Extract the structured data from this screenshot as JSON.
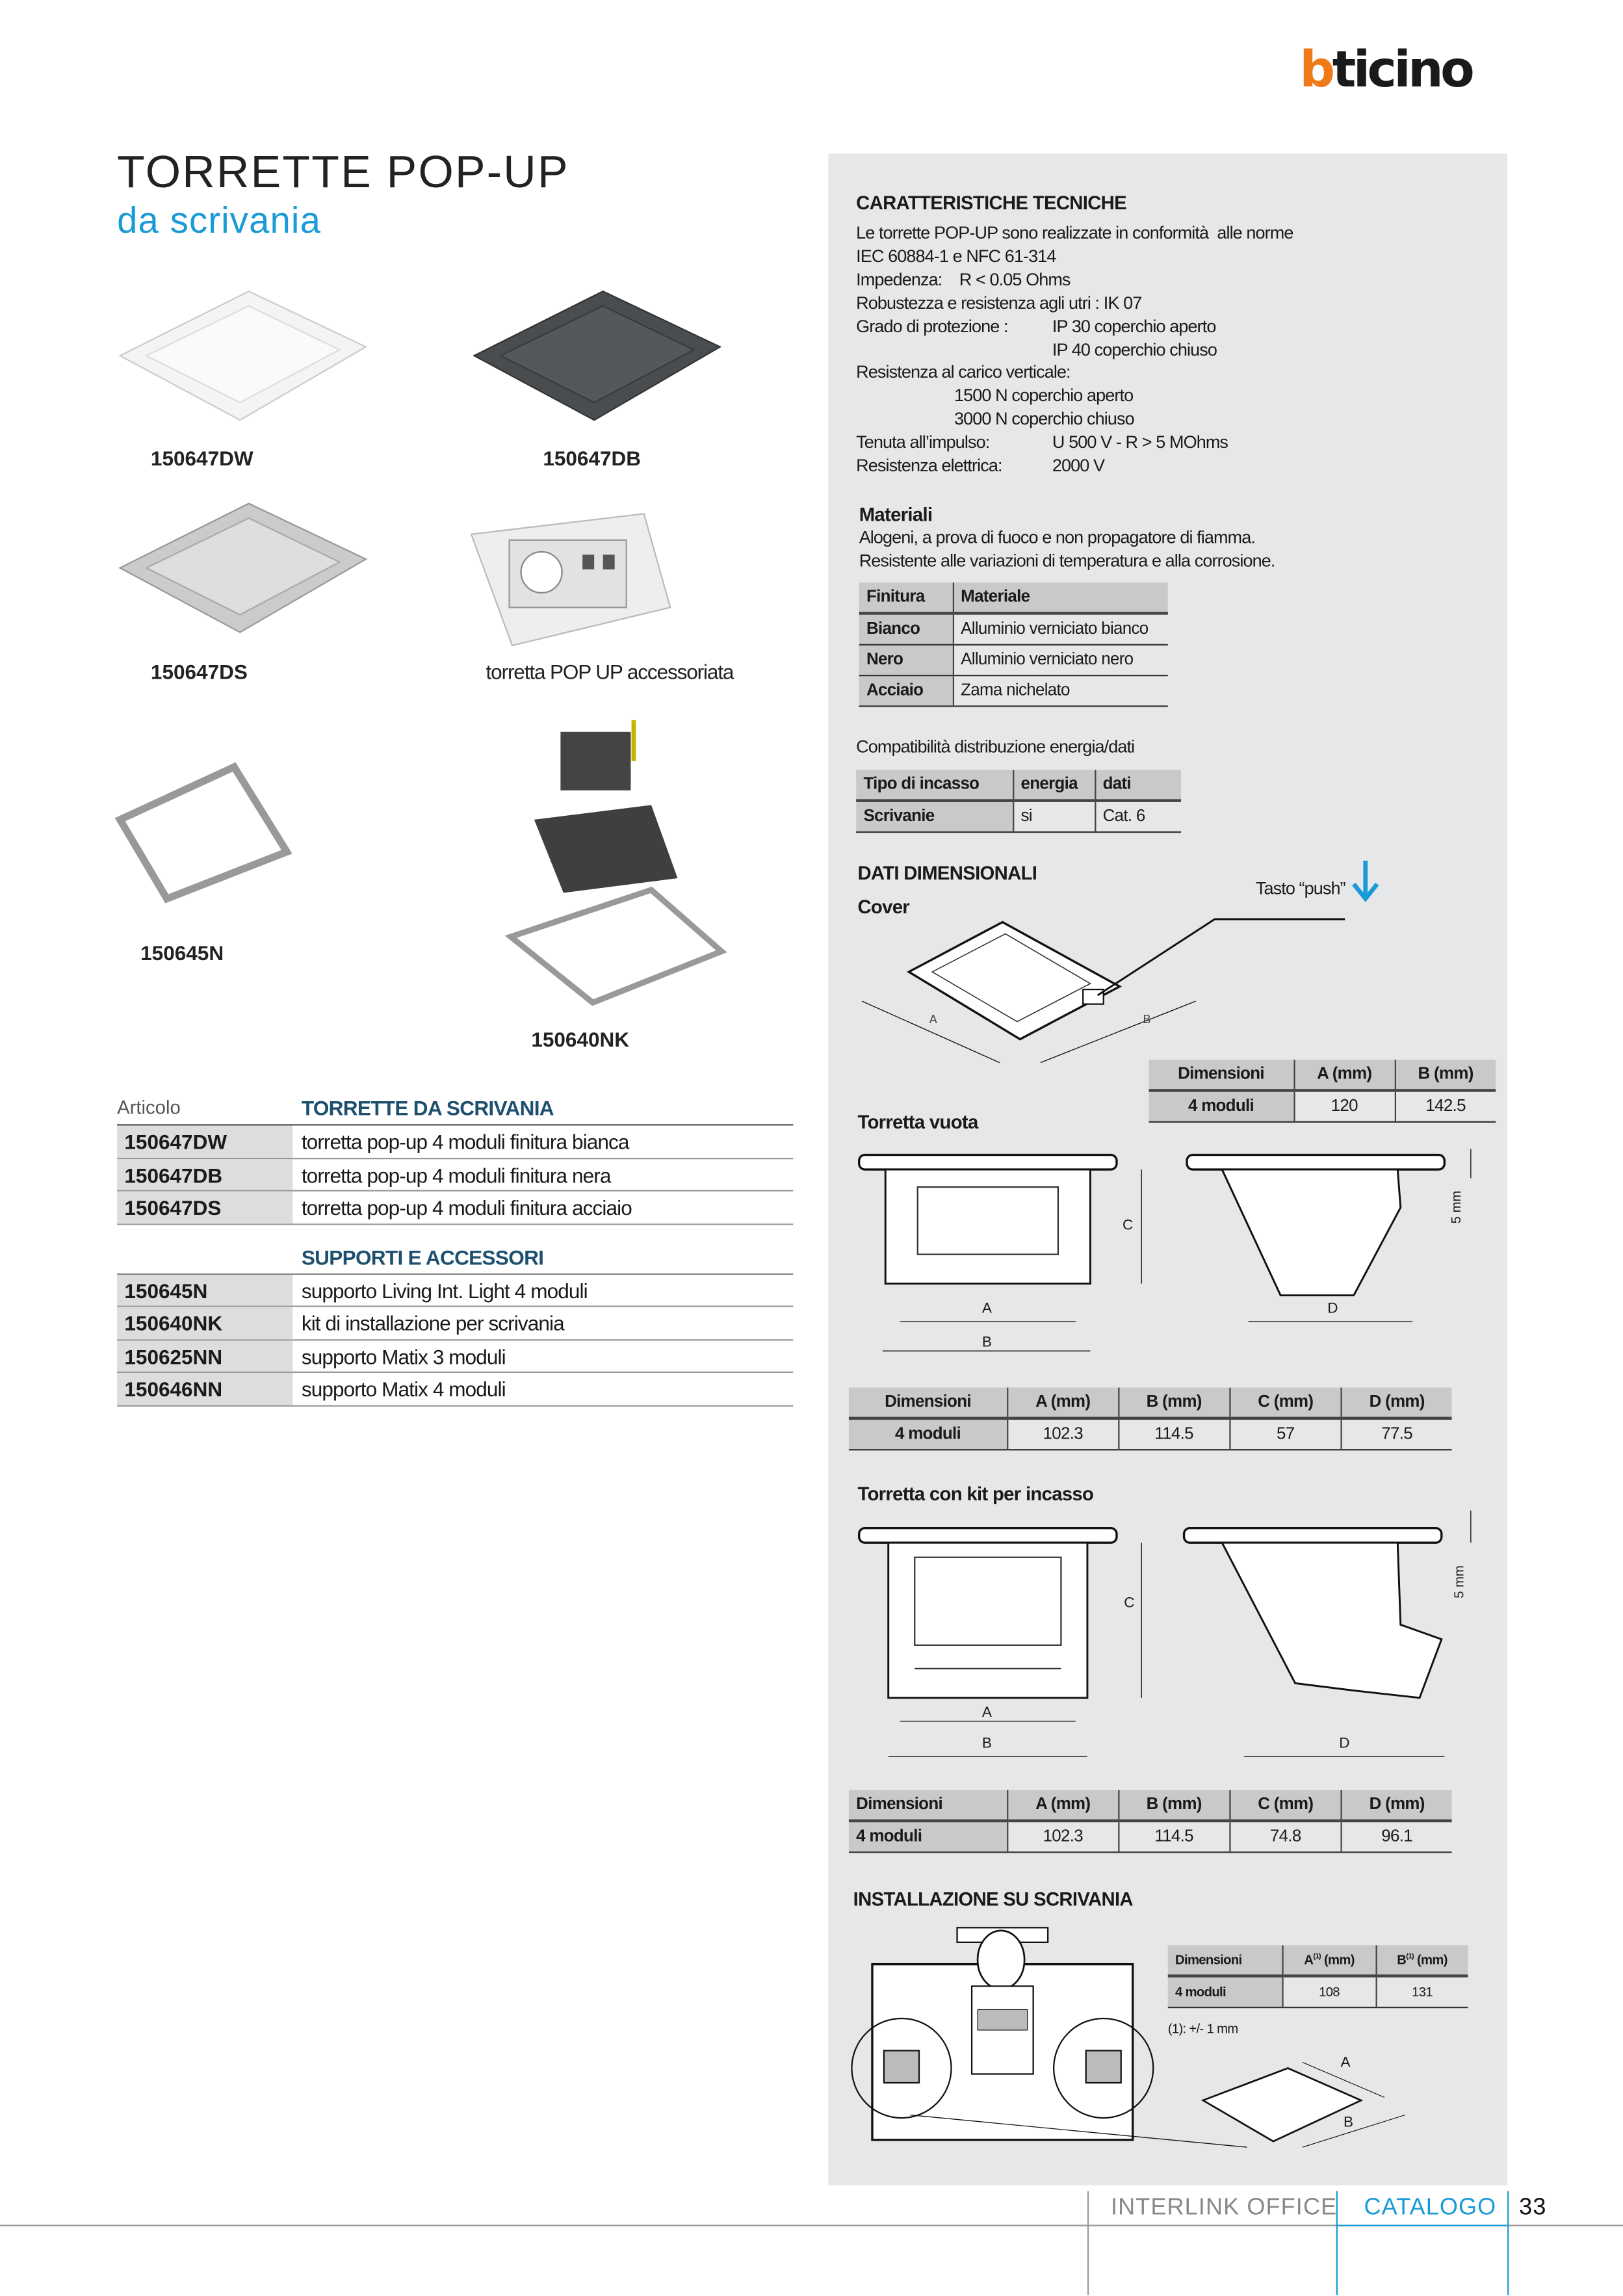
{
  "brand": {
    "logo_b": "b",
    "logo_rest": "ticino",
    "accent": "#f07a1a"
  },
  "header": {
    "title": "TORRETTE POP-UP",
    "subtitle": "da scrivania",
    "subtitle_color": "#1a9ad6"
  },
  "products": [
    {
      "code": "150647DW"
    },
    {
      "code": "150647DB"
    },
    {
      "code": "150647DS"
    },
    {
      "code": "torretta POP UP accessoriata"
    },
    {
      "code": "150645N"
    },
    {
      "code": "150640NK"
    }
  ],
  "articles": {
    "column_label": "Articolo",
    "section1": {
      "title": "TORRETTE DA SCRIVANIA",
      "rows": [
        {
          "code": "150647DW",
          "desc": "torretta pop-up 4 moduli finitura bianca"
        },
        {
          "code": "150647DB",
          "desc": "torretta pop-up 4 moduli finitura nera"
        },
        {
          "code": "150647DS",
          "desc": "torretta pop-up 4 moduli finitura acciaio"
        }
      ]
    },
    "section2": {
      "title": "SUPPORTI E ACCESSORI",
      "rows": [
        {
          "code": "150645N",
          "desc": "supporto Living Int. Light  4 moduli"
        },
        {
          "code": "150640NK",
          "desc": "kit di installazione per scrivania"
        },
        {
          "code": "150625NN",
          "desc": "supporto Matix 3 moduli"
        },
        {
          "code": "150646NN",
          "desc": "supporto Matix 4 moduli"
        }
      ]
    }
  },
  "tech": {
    "title": "CARATTERISTICHE TECNICHE",
    "lines": [
      "Le torrette POP-UP sono realizzate in conformità  alle norme",
      "IEC 60884-1 e NFC 61-314",
      "Impedenza:    R < 0.05 Ohms",
      "Robustezza e resistenza agli utri : IK 07"
    ],
    "protection_label": "Grado di protezione :",
    "protection_values": [
      "IP 30 coperchio aperto",
      "IP 40 coperchio chiuso"
    ],
    "load_label": "Resistenza al carico verticale:",
    "load_values": [
      "1500 N coperchio aperto",
      "3000 N coperchio chiuso"
    ],
    "impulse_label": "Tenuta all’impulso:",
    "impulse_value": "U 500 V - R > 5 MOhms",
    "elec_label": "Resistenza elettrica:",
    "elec_value": "2000 V"
  },
  "materials": {
    "title": "Materiali",
    "lines": [
      "Alogeni, a prova di fuoco e non propagatore di fiamma.",
      "Resistente alle variazioni di temperatura e alla corrosione."
    ],
    "headers": [
      "Finitura",
      "Materiale"
    ],
    "rows": [
      [
        "Bianco",
        "Alluminio verniciato bianco"
      ],
      [
        "Nero",
        "Alluminio verniciato nero"
      ],
      [
        "Acciaio",
        "Zama nichelato"
      ]
    ]
  },
  "compat": {
    "title": "Compatibilità distribuzione energia/dati",
    "headers": [
      "Tipo di incasso",
      "energia",
      "dati"
    ],
    "rows": [
      [
        "Scrivanie",
        "si",
        "Cat. 6"
      ]
    ]
  },
  "dims": {
    "title": "DATI DIMENSIONALI",
    "cover": {
      "title": "Cover",
      "push_label": "Tasto “push”",
      "label_a": "A",
      "label_b": "B",
      "headers": [
        "Dimensioni",
        "A (mm)",
        "B (mm)"
      ],
      "row": [
        "4 moduli",
        "120",
        "142.5"
      ],
      "arrow_color": "#1a9ad6"
    },
    "empty": {
      "title": "Torretta vuota",
      "labels": [
        "A",
        "B",
        "C",
        "D",
        "5 mm"
      ],
      "headers": [
        "Dimensioni",
        "A (mm)",
        "B (mm)",
        "C (mm)",
        "D (mm)"
      ],
      "row": [
        "4 moduli",
        "102.3",
        "114.5",
        "57",
        "77.5"
      ]
    },
    "kit": {
      "title": "Torretta con kit per incasso",
      "labels": [
        "A",
        "B",
        "C",
        "D",
        "5 mm"
      ],
      "headers": [
        "Dimensioni",
        "A (mm)",
        "B (mm)",
        "C (mm)",
        "D (mm)"
      ],
      "row": [
        "4 moduli",
        "102.3",
        "114.5",
        "74.8",
        "96.1"
      ]
    }
  },
  "install": {
    "title": "INSTALLAZIONE SU SCRIVANIA",
    "headers": [
      "Dimensioni",
      "A",
      "(1)",
      " (mm)",
      "B"
    ],
    "row": [
      "4 moduli",
      "108",
      "131"
    ],
    "footnote": "(1): +/- 1 mm",
    "labels": [
      "A",
      "B"
    ]
  },
  "footer": {
    "section": "INTERLINK OFFICE",
    "catalog": "CATALOGO",
    "page": "33",
    "catalog_color": "#1a9ad6"
  }
}
